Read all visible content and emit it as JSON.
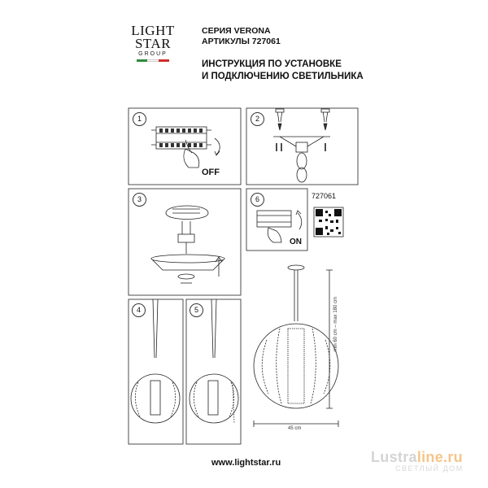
{
  "brand": {
    "line1": "LIGHT",
    "line2": "STAR",
    "line3": "GROUP",
    "flag_colors": [
      "#2e8b3a",
      "#ffffff",
      "#d22b2b"
    ]
  },
  "header": {
    "series": "СЕРИЯ VERONA",
    "articles": "АРТИКУЛЫ 727061",
    "instruction_line1": "ИНСТРУКЦИЯ ПО УСТАНОВКЕ",
    "instruction_line2": "И ПОДКЛЮЧЕНИЮ СВЕТИЛЬНИКА"
  },
  "steps": [
    {
      "num": "1",
      "label": "OFF"
    },
    {
      "num": "2"
    },
    {
      "num": "3"
    },
    {
      "num": "6",
      "label": "ON"
    },
    {
      "num": "4"
    },
    {
      "num": "5"
    }
  ],
  "product": {
    "article": "727061",
    "width_label": "45 cm",
    "height_label": "min 60 cm – max 180 cm"
  },
  "footer": {
    "url": "www.lightstar.ru"
  },
  "watermark": {
    "part1": "Lustra",
    "part2": "line.ru",
    "tagline": "СВЕТЛЫЙ ДОМ"
  }
}
